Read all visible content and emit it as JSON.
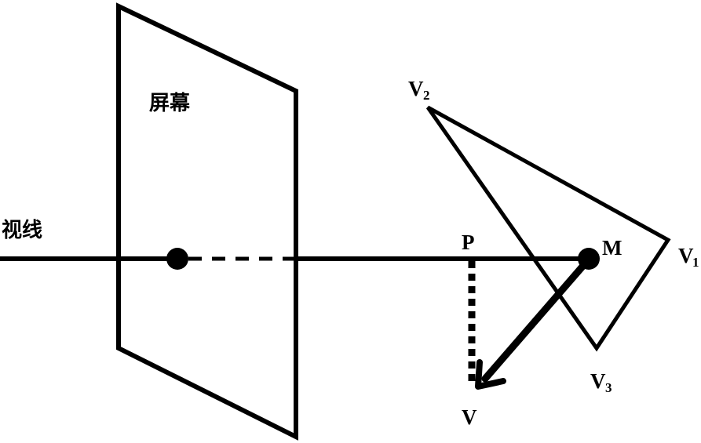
{
  "labels": {
    "screen": "屏幕",
    "sight_line": "视线",
    "point_p": "P",
    "point_m": "M",
    "point_v": "V",
    "vertex_1": {
      "letter": "V",
      "sub": "1"
    },
    "vertex_2": {
      "letter": "V",
      "sub": "2"
    },
    "vertex_3": {
      "letter": "V",
      "sub": "3"
    }
  },
  "colors": {
    "stroke": "#000000",
    "background": "#ffffff"
  }
}
